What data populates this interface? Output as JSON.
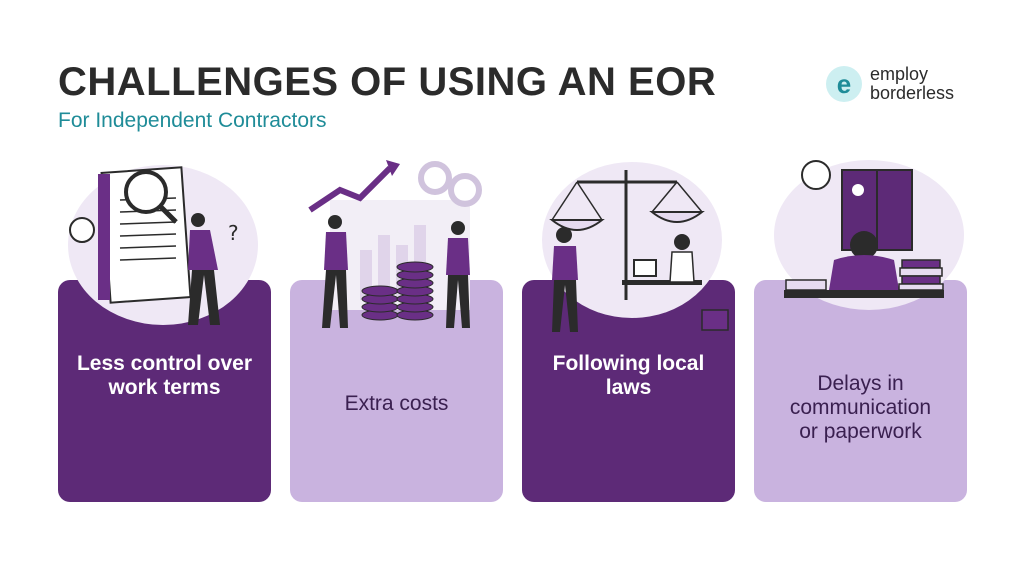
{
  "header": {
    "title": "CHALLENGES OF USING AN EOR",
    "subtitle": "For Independent Contractors"
  },
  "logo": {
    "mark": "e",
    "line1": "employ",
    "line2": "borderless"
  },
  "cards": [
    {
      "label_line1": "Less control over",
      "label_line2": "work terms"
    },
    {
      "label_line1": "Extra costs"
    },
    {
      "label_line1": "Following local",
      "label_line2": "laws"
    },
    {
      "label_line1": "Delays in",
      "label_line2": "communication",
      "label_line3": "or paperwork"
    }
  ],
  "colors": {
    "dark_card": "#5d2a77",
    "light_card": "#c9b3df",
    "accent_teal": "#1f8c98",
    "illustration_purple": "#6a2f86",
    "illustration_lavender": "#e6dbf0"
  },
  "icons": [
    "document-magnifier-icon",
    "coins-chart-icon",
    "scales-justice-icon",
    "night-desk-books-icon"
  ]
}
